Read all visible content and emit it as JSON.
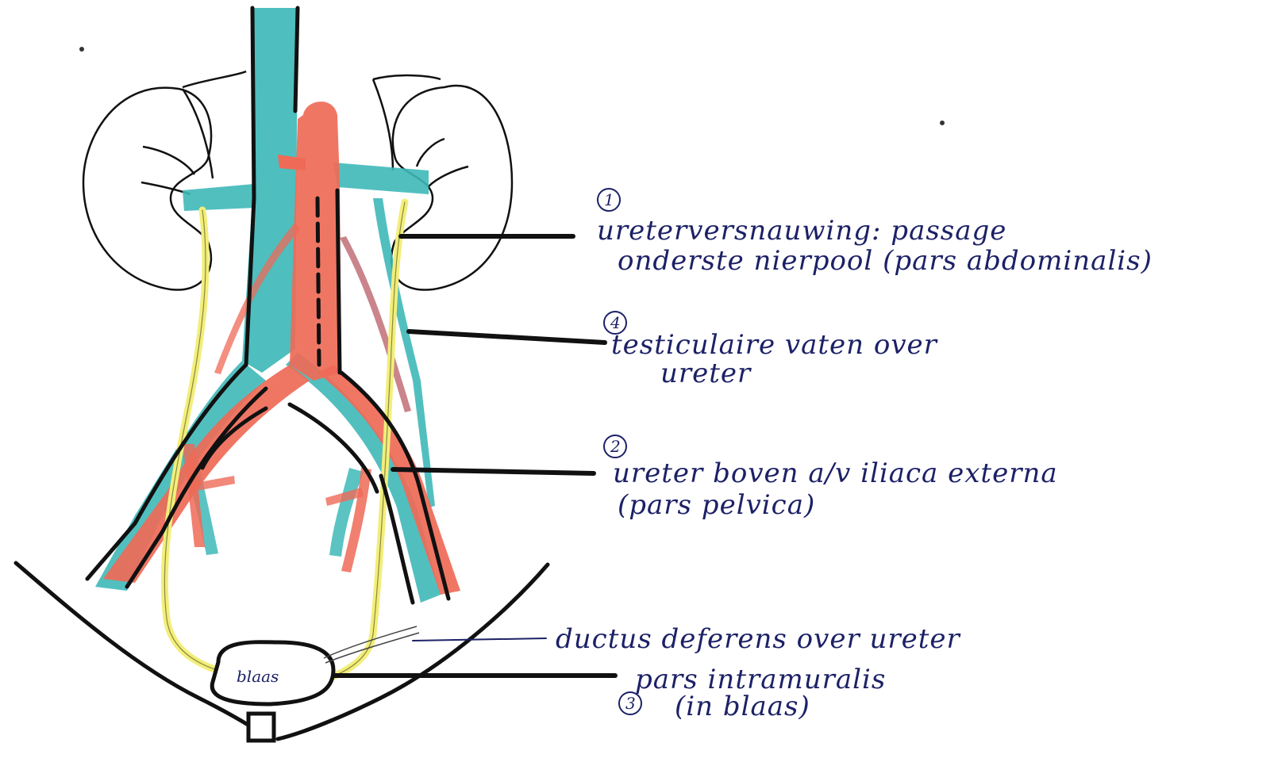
{
  "diagram": {
    "labels": {
      "label_1": {
        "number": "1",
        "line1": "ureterversnauwing: passage",
        "line2": "onderste nierpool (pars abdominalis)"
      },
      "label_4": {
        "number": "4",
        "line1": "testiculaire vaten over",
        "line2": "ureter"
      },
      "label_2": {
        "number": "2",
        "line1": "ureter boven a/v iliaca externa",
        "line2": "(pars pelvica)"
      },
      "label_ductus": {
        "line1": "ductus deferens over ureter"
      },
      "label_3": {
        "number": "3",
        "line1": "pars intramuralis",
        "line2": "(in blaas)"
      },
      "bladder": "blaas"
    },
    "colors": {
      "vein": "#3fb8b8",
      "artery": "#ef6a57",
      "ureter": "#f2ee7a",
      "outline": "#111111",
      "ink": "#1c2166"
    }
  }
}
